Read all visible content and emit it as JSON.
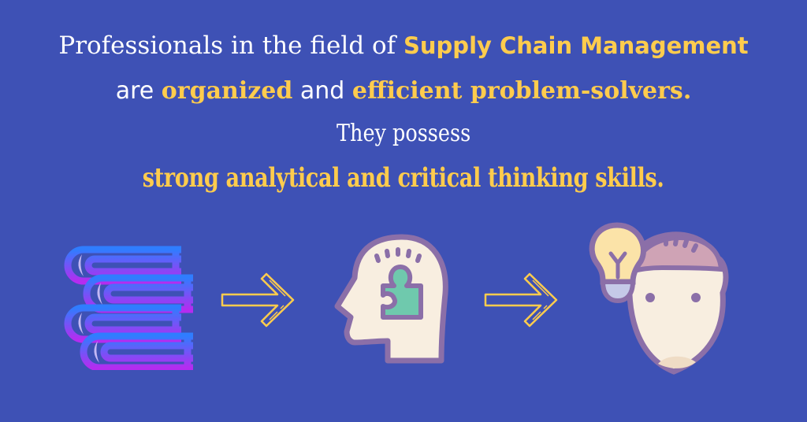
{
  "headline": {
    "line1": {
      "prefix": "Professionals in the field of",
      "highlight": "Supply Chain Management"
    },
    "line2": {
      "prefix": "are",
      "highlight1": "organized",
      "middle": "and",
      "highlight2": "efficient problem-solvers."
    },
    "line3": {
      "text": "They possess"
    },
    "line4": {
      "highlight": "strong analytical and critical thinking skills."
    }
  },
  "colors": {
    "background": "#3e51b5",
    "highlight": "#ffcc4d",
    "text": "#ffffff",
    "outline": "#8b6fa8",
    "skin": "#f8eee0",
    "puzzle": "#6fc9ad"
  },
  "illustrations": [
    {
      "name": "books-stack-icon"
    },
    {
      "name": "arrow-right-icon"
    },
    {
      "name": "head-puzzle-icon"
    },
    {
      "name": "arrow-right-icon"
    },
    {
      "name": "head-lightbulb-icon"
    }
  ]
}
